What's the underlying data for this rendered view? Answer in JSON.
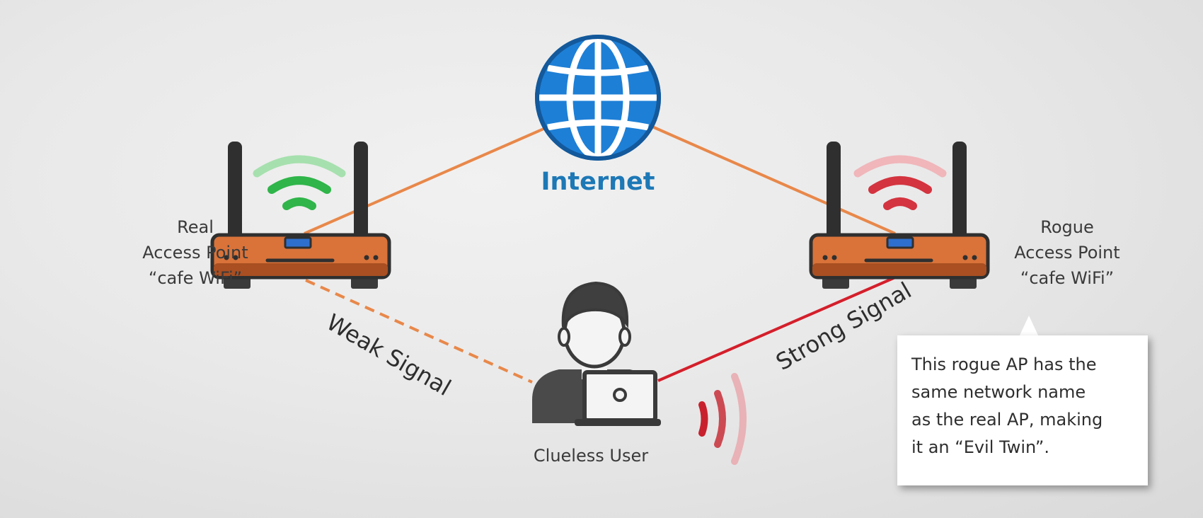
{
  "internet": {
    "label": "Internet"
  },
  "real_ap": {
    "label_lines": [
      "Real",
      "Access Point",
      "“cafe WiFi”"
    ]
  },
  "rogue_ap": {
    "label_lines": [
      "Rogue",
      "Access Point",
      "“cafe WiFi”"
    ]
  },
  "user": {
    "label": "Clueless User"
  },
  "links": {
    "weak": {
      "label": "Weak Signal",
      "style": "dashed",
      "color": "#e8884a"
    },
    "strong": {
      "label": "Strong Signal",
      "style": "solid",
      "color": "#d41f2b"
    },
    "uplink_color": "#e8884a"
  },
  "callout": {
    "lines": [
      "This rogue AP has the",
      "same network name",
      "as the real AP, making",
      "it an “Evil Twin”."
    ]
  },
  "colors": {
    "router": "#d9733a",
    "router_dark": "#a94f22",
    "globe": "#1e7fd6",
    "wifi_good": "#2fb54a",
    "wifi_bad": "#d3343f",
    "user": "#4a4a4a"
  },
  "icons": [
    "globe-icon",
    "router-icon",
    "wifi-signal-icon",
    "user-icon",
    "laptop-icon",
    "radio-wave-icon"
  ]
}
